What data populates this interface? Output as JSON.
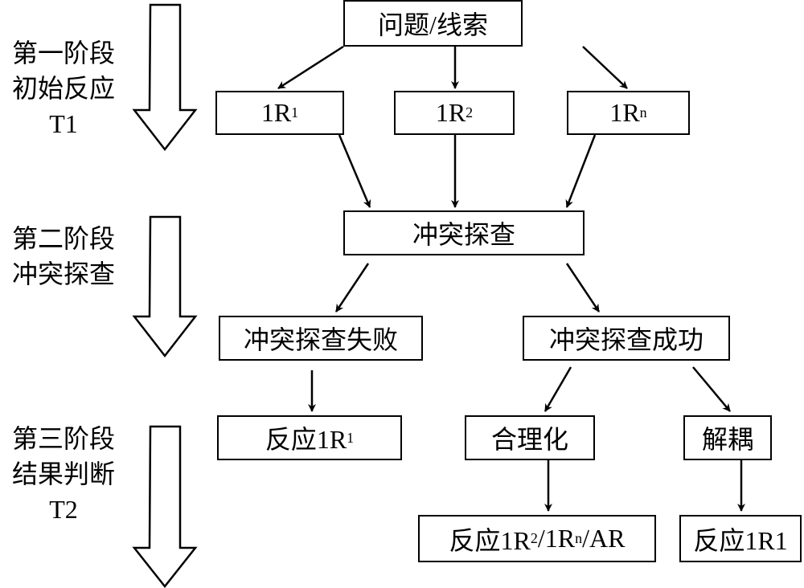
{
  "stages": [
    {
      "lines": [
        "第一阶段",
        "初始反应",
        "T1"
      ]
    },
    {
      "lines": [
        "第二阶段",
        "冲突探查"
      ]
    },
    {
      "lines": [
        "第三阶段",
        "结果判断",
        "T2"
      ]
    }
  ],
  "nodes": {
    "clue": {
      "text": "问题/线索"
    },
    "r1": {
      "base": "1R",
      "sub": "1"
    },
    "r2": {
      "base": "1R",
      "sub": "2"
    },
    "rn": {
      "base": "1R",
      "sub": "n"
    },
    "conflict": {
      "text": "冲突探查"
    },
    "fail": {
      "text": "冲突探查失败"
    },
    "success": {
      "text": "冲突探查成功"
    },
    "resp_fail": {
      "prefix": "反应1R",
      "sub": "1"
    },
    "rationalize": {
      "text": "合理化"
    },
    "decouple": {
      "text": "解耦"
    },
    "resp_rational": {
      "p1": "反应1R",
      "s1": "2",
      "p2": "/1R",
      "s2": "n",
      "p3": "/AR"
    },
    "resp_decouple": {
      "text": "反应1R1"
    }
  },
  "edges": [
    [
      "clue",
      "r1"
    ],
    [
      "clue",
      "r2"
    ],
    [
      "clue",
      "rn"
    ],
    [
      "r1",
      "conflict"
    ],
    [
      "r2",
      "conflict"
    ],
    [
      "rn",
      "conflict"
    ],
    [
      "conflict",
      "fail"
    ],
    [
      "conflict",
      "success"
    ],
    [
      "fail",
      "resp_fail"
    ],
    [
      "success",
      "rationalize"
    ],
    [
      "success",
      "decouple"
    ],
    [
      "rationalize",
      "resp_rational"
    ],
    [
      "decouple",
      "resp_decouple"
    ]
  ]
}
